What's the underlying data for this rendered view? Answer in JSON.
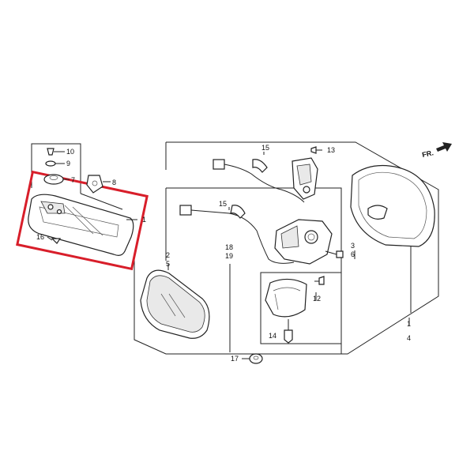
{
  "direction_indicator": "FR.",
  "highlight_color": "#d81e2a",
  "callouts": {
    "c1a": "1",
    "c1b": "1",
    "c4": "4",
    "c2": "2",
    "c5": "5",
    "c3": "3",
    "c6": "6",
    "c7": "7",
    "c8": "8",
    "c9": "9",
    "c10": "10",
    "c12": "12",
    "c13": "13",
    "c14": "14",
    "c15a": "15",
    "c15b": "15",
    "c16": "16",
    "c17": "17",
    "c18": "18",
    "c19": "19"
  }
}
